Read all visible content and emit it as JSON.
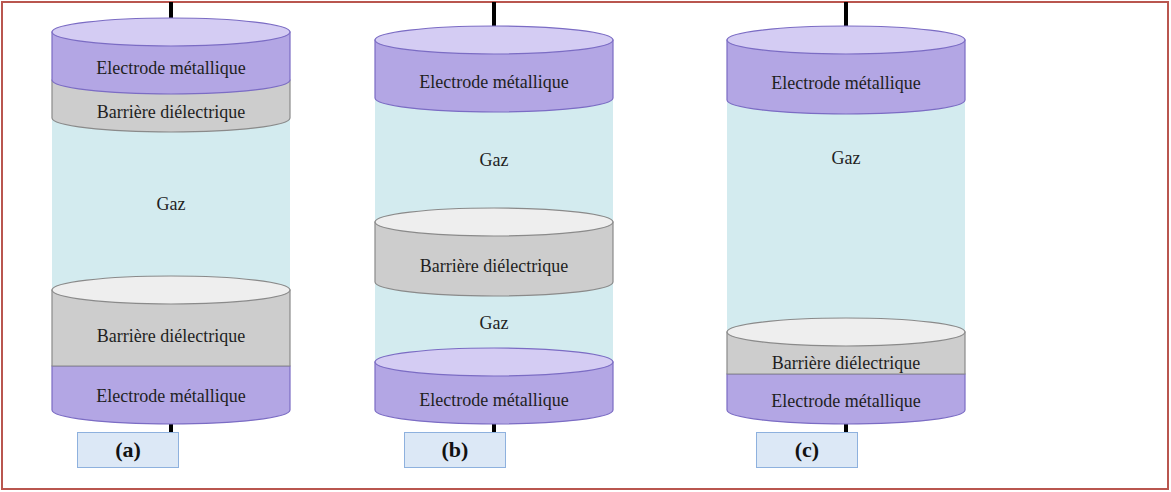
{
  "diagram": {
    "nodes": [
      {
        "text": [
          "Electrode métallique"
        ]
      },
      {
        "text": [
          "Barrière diélectrique"
        ]
      },
      {
        "text": [
          "Gaz"
        ]
      },
      {
        "text": [
          "Barrière diélectrique"
        ]
      },
      {
        "text": [
          "Electrode métallique"
        ]
      },
      {
        "text": [
          "(a)"
        ]
      },
      {
        "text": [
          "Electrode métallique"
        ]
      },
      {
        "text": [
          "Gaz"
        ]
      },
      {
        "text": [
          "Barrière diélectrique"
        ]
      },
      {
        "text": [
          "Gaz"
        ]
      },
      {
        "text": [
          "Electrode métallique"
        ]
      },
      {
        "text": [
          "(b)"
        ]
      },
      {
        "text": [
          "Electrode métallique"
        ]
      },
      {
        "text": [
          "Gaz"
        ]
      },
      {
        "text": [
          "Barrière diélectrique"
        ]
      },
      {
        "text": [
          "Electrode métallique"
        ]
      },
      {
        "text": [
          "(c)"
        ]
      }
    ]
  }
}
